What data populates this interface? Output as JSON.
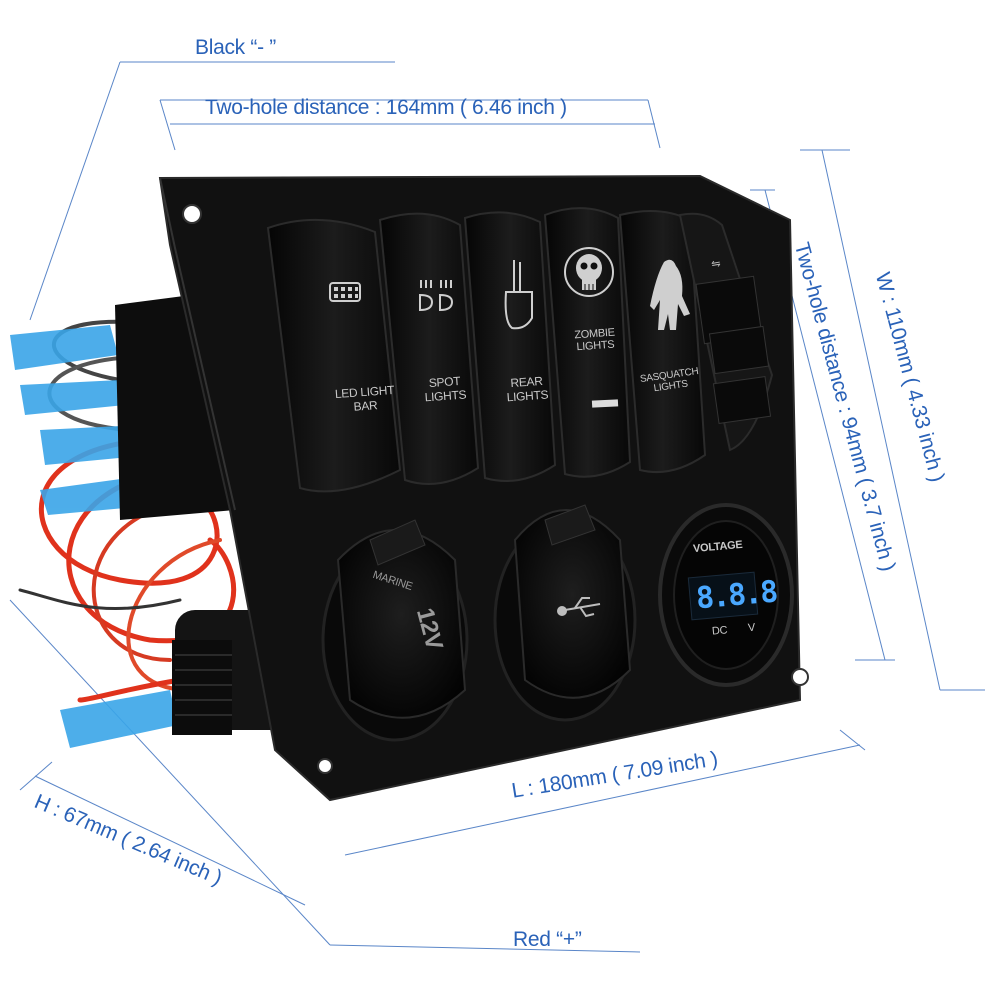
{
  "labels": {
    "black_wire": "Black “- ”",
    "red_wire": "Red “+”",
    "two_hole_horizontal": "Two-hole distance : 164mm ( 6.46 inch )",
    "two_hole_vertical": "Two-hole distance : 94mm ( 3.7 inch )",
    "width": "W : 110mm ( 4.33 inch )",
    "length": "L : 180mm ( 7.09 inch )",
    "height": "H : 67mm ( 2.64 inch )"
  },
  "switches": [
    {
      "icon": "led-light-bar-icon",
      "line1": "LED LIGHT",
      "line2": "BAR"
    },
    {
      "icon": "spot-lights-icon",
      "line1": "SPOT",
      "line2": "LIGHTS"
    },
    {
      "icon": "hand-gesture-icon",
      "line1": "REAR",
      "line2": "LIGHTS"
    },
    {
      "icon": "skull-icon",
      "line1": "ZOMBIE",
      "line2": "LIGHTS"
    },
    {
      "icon": "sasquatch-icon",
      "line1": "SASQUATCH",
      "line2": "LIGHTS"
    }
  ],
  "sockets": {
    "cigarette_top": "MARINE",
    "cigarette_volt": "12V",
    "voltmeter_title": "VOLTAGE",
    "voltmeter_digits": "8.8.8",
    "voltmeter_dc": "DC",
    "voltmeter_v": "V"
  },
  "colors": {
    "dimension_lines": "#2a62b8",
    "panel": "#111111",
    "wire_red": "#e0321c",
    "wire_blue_terminal": "#3aa5e8",
    "voltmeter_led": "#4aa8ff"
  }
}
